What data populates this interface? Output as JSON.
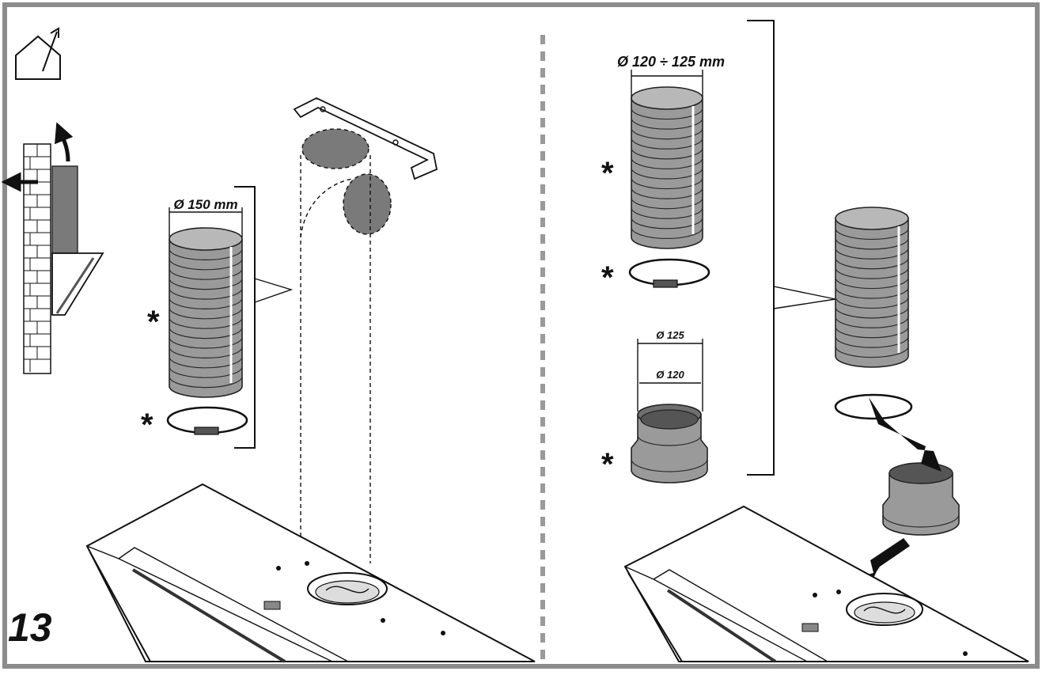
{
  "step_number": "13",
  "left_panel": {
    "duct_diameter_label": "Ø 150 mm",
    "duct_mark": "*",
    "clamp_mark": "*"
  },
  "right_panel": {
    "duct_diameter_label": "Ø 120 ÷ 125 mm",
    "duct_mark": "*",
    "clamp_mark": "*",
    "reducer_outer_label": "Ø 125",
    "reducer_inner_label": "Ø 120",
    "reducer_mark": "*"
  },
  "icons": {
    "house": "house-vent-icon",
    "wall": "wall-exhaust-icon",
    "arrows": "install-arrow-icon"
  },
  "colors": {
    "frame": "#8c8c8c",
    "duct": "#9a9a9a",
    "divider": "#9a9a9a"
  }
}
